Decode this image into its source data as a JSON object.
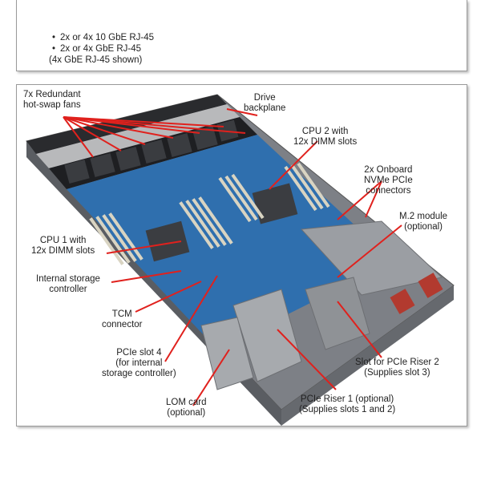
{
  "header_box": {
    "items": [
      "2x or 4x 10 GbE RJ-45",
      "2x or 4x GbE RJ-45"
    ],
    "note": "(4x GbE RJ-45 shown)"
  },
  "callouts": {
    "fans": [
      "7x Redundant",
      "hot-swap fans"
    ],
    "drive_backplane": [
      "Drive",
      "backplane"
    ],
    "cpu2": [
      "CPU 2 with",
      "12x DIMM slots"
    ],
    "nvme": [
      "2x Onboard",
      "NVMe PCIe",
      "connectors"
    ],
    "m2": [
      "M.2 module",
      "(optional)"
    ],
    "cpu1": [
      "CPU 1 with",
      "12x DIMM slots"
    ],
    "internal_storage": [
      "Internal storage",
      "controller"
    ],
    "tcm": [
      "TCM",
      "connector"
    ],
    "pcie_slot4": [
      "PCIe slot 4",
      "(for internal",
      "storage controller)"
    ],
    "lom": [
      "LOM card",
      "(optional)"
    ],
    "riser1": [
      "PCIe Riser 1 (optional)",
      "(Supplies slots 1 and 2)"
    ],
    "riser2": [
      "Slot for PCIe Riser 2",
      "(Supplies slot 3)"
    ]
  },
  "colors": {
    "leader": "#e0211d",
    "board": "#2f6fae",
    "chassis": "#8e9196",
    "fan": "#1e1f22",
    "dimm": "#d9d4c2",
    "psu": "#9b9ea3"
  }
}
